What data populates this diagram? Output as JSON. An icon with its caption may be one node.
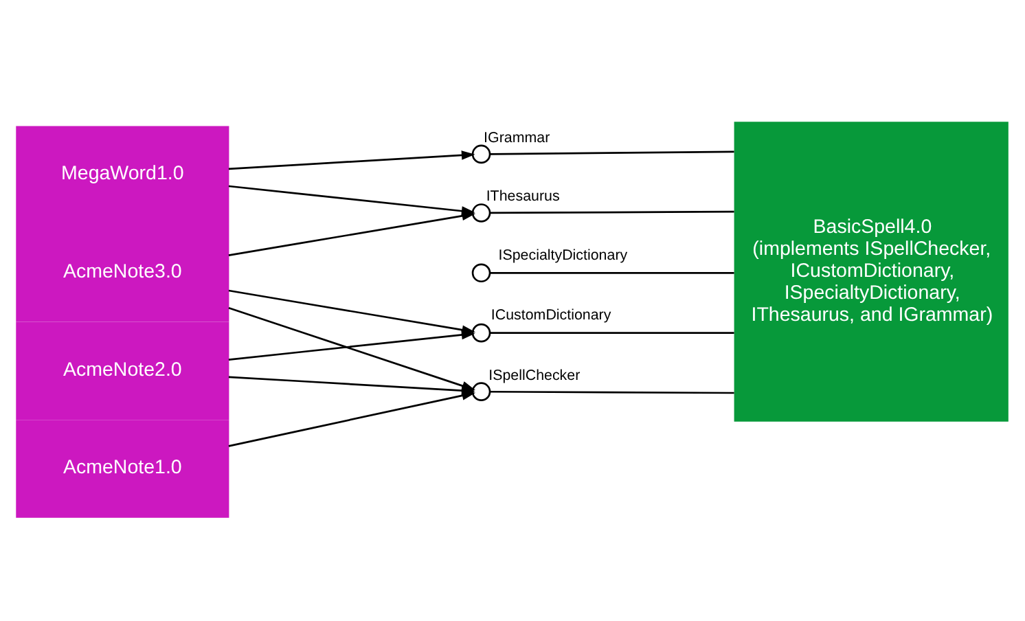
{
  "diagram": {
    "nodes": [
      {
        "text": [
          "MegaWord1.0"
        ]
      },
      {
        "text": [
          "AcmeNote3.0"
        ]
      },
      {
        "text": [
          "AcmeNote2.0"
        ]
      },
      {
        "text": [
          "AcmeNote1.0"
        ]
      },
      {
        "text": [
          "BasicSpell4.0",
          "(implements ISpellChecker, ICustomDictionary, ISpecialtyDictionary, IThesaurus, and IGrammar)"
        ]
      },
      {
        "text": [],
        "shape": "circle",
        "beside": [
          "IGrammar"
        ]
      },
      {
        "text": [],
        "shape": "circle",
        "beside": [
          "IThesaurus"
        ]
      },
      {
        "text": [],
        "shape": "circle",
        "beside": [
          "ISpecialtyDictionary"
        ]
      },
      {
        "text": [],
        "shape": "circle",
        "beside": [
          "ICustomDictionary"
        ]
      },
      {
        "text": [],
        "shape": "circle",
        "beside": [
          "ISpellChecker"
        ]
      }
    ],
    "edges": [
      {
        "from": 0,
        "to": 5,
        "arrow": "to"
      },
      {
        "from": 0,
        "to": 6,
        "arrow": "to"
      },
      {
        "from": 1,
        "to": 6,
        "arrow": "to"
      },
      {
        "from": 1,
        "to": 8,
        "arrow": "to"
      },
      {
        "from": 1,
        "to": 9,
        "arrow": "to"
      },
      {
        "from": 2,
        "to": 8,
        "arrow": "to"
      },
      {
        "from": 2,
        "to": 9,
        "arrow": "to"
      },
      {
        "from": 3,
        "to": 9,
        "arrow": "to"
      },
      {
        "from": 5,
        "to": 4,
        "arrow": "none"
      },
      {
        "from": 6,
        "to": 4,
        "arrow": "none"
      },
      {
        "from": 7,
        "to": 4,
        "arrow": "none"
      },
      {
        "from": 8,
        "to": 4,
        "arrow": "none"
      },
      {
        "from": 9,
        "to": 4,
        "arrow": "none"
      }
    ]
  }
}
